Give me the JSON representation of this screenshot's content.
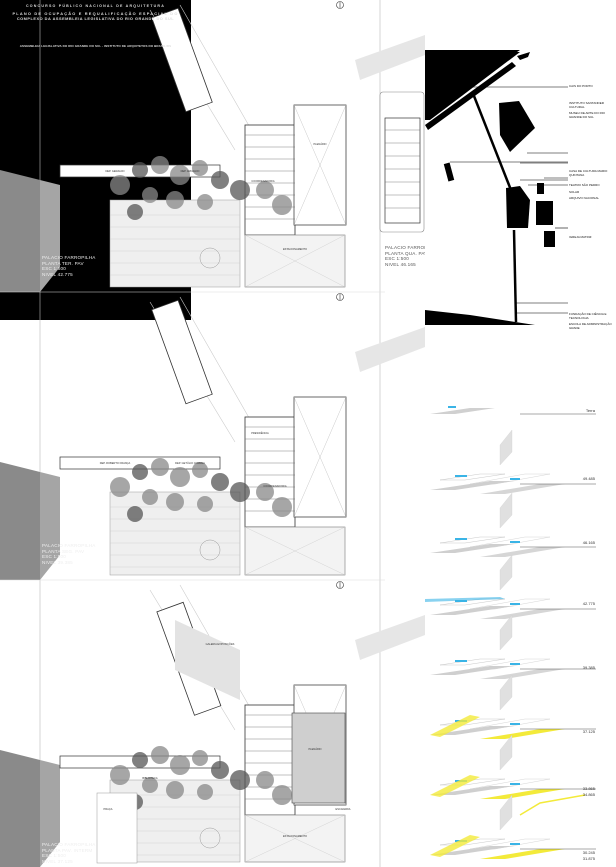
{
  "header": {
    "competition": "CONCURSO PÚBLICO NACIONAL DE ARQUITETURA",
    "title_line1": "PLANO DE OCUPAÇÃO E REQUALIFICAÇÃO ESPACIAL DO",
    "title_line2": "COMPLEXO DA ASSEMBLEIA LEGISLATIVA DO RIO GRANDE DO SUL",
    "board_number": "1/8",
    "organizers": "ASSEMBLEIA LEGISLATIVA DO RIO GRANDE DO SUL - INSTITUTO DE ARQUITETOS DO BRASIL/RS"
  },
  "site_map": {
    "labels": [
      "CAIS DO PORTO",
      "INSTITUTO SANTANDER CULTURAL",
      "MUSEU DE ARTE DO RIO GRANDE DO SUL",
      "CASA DE CULTURA MARIO QUINTANA",
      "TEATRO SÃO PEDRO",
      "SOLAR",
      "ARQUIVO NACIONAL",
      "IGREJA MATRIZ",
      "FUNDAÇÃO DE CIÊNCIA E TECNOLOGIA",
      "ESCOLA DE ADMINISTRAÇÃO GRADE"
    ]
  },
  "plans": [
    {
      "caption": [
        "PALACIO FARROPILHA",
        "PLANTA TER. PAV",
        "ESC 1:500",
        "NIVEL 42.775"
      ]
    },
    {
      "caption": [
        "PALACIO FARROPILHA",
        "PLANTA QUA. PAV",
        "ESC 1:500",
        "NIVEL 46.165"
      ]
    },
    {
      "caption": [
        "PALACIO FARROPILHA",
        "PLANTA SEG. PAV",
        "ESC 1:500",
        "NIVEL 39.385"
      ]
    },
    {
      "caption": [
        "PALACIO FARROPILHA",
        "PLANTA PAV. INTERM",
        "ESC 1:500",
        "NIVEL 37.125"
      ]
    }
  ],
  "rooms": {
    "p1": [
      "DEP. GERALDO",
      "DEP. ARNALDO",
      "COORDENADORIA",
      "PLENÁRIO",
      "ESTACIONAMENTO"
    ],
    "p2": [
      "DEP. ROBERTO FRANÇA",
      "DEP. GETÚLIO CORREA",
      "PRESIDÊNCIA",
      "COORDENADORIA"
    ],
    "p3": [
      "BIBLIOTECA",
      "PRAÇA",
      "PLENÁRIO",
      "ESCADARIA",
      "ESTACIONAMENTO",
      "GALERIA EXPOSIÇÕES"
    ]
  },
  "levels": [
    "Terra",
    "49.485",
    "46.165",
    "42.775",
    "39.385",
    "37.125",
    "33.865",
    "34.865",
    "30.245",
    "31.875"
  ],
  "colors": {
    "accent_blue": "#3ab4e6",
    "accent_yellow": "#f3ea3a",
    "gray_fill": "#c8c8c8",
    "dark_gray": "#7a7a7a"
  }
}
